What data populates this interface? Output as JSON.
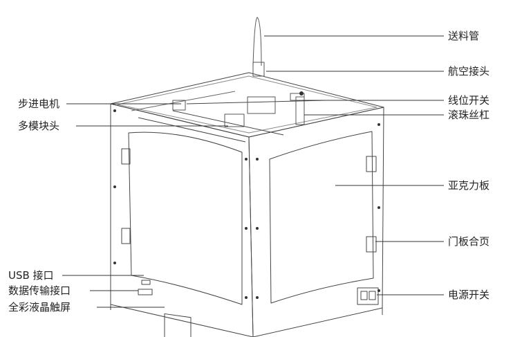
{
  "labels": {
    "feed_tube": "送料管",
    "aviation_connector": "航空接头",
    "limit_switch": "线位开关",
    "ball_screw": "滚珠丝杠",
    "acrylic_panel": "亚克力板",
    "door_hinge": "门板合页",
    "power_switch": "电源开关",
    "stepper_motor": "步进电机",
    "multi_mode_head": "多模块头",
    "usb_port": "USB 接口",
    "data_port": "数据传输接口",
    "touchscreen": "全彩液晶触屏"
  }
}
